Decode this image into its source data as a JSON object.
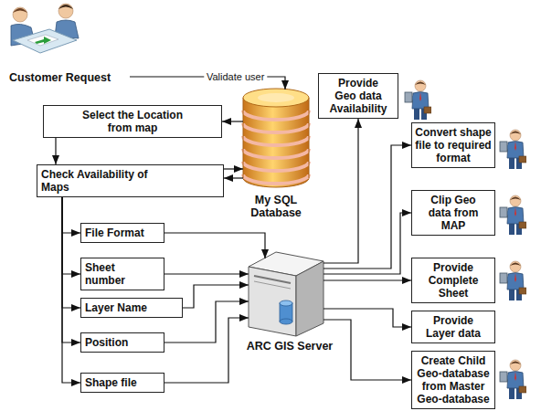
{
  "diagram": {
    "nodes": [
      {
        "text": [
          "Customer Request"
        ]
      },
      {
        "text": [
          "Select the Location from map"
        ]
      },
      {
        "text": [
          "My SQL Database"
        ]
      },
      {
        "text": [
          "Check Availability of Maps"
        ]
      },
      {
        "text": [
          "File Format"
        ]
      },
      {
        "text": [
          "Sheet number"
        ]
      },
      {
        "text": [
          "Layer Name"
        ]
      },
      {
        "text": [
          "Position"
        ]
      },
      {
        "text": [
          "Shape file"
        ]
      },
      {
        "text": [
          "ARC GIS Server"
        ]
      },
      {
        "text": [
          "Provide Geo data Availability"
        ]
      },
      {
        "text": [
          "Convert shape file to required format"
        ]
      },
      {
        "text": [
          "Clip Geo data from MAP"
        ]
      },
      {
        "text": [
          "Provide Complete Sheet"
        ]
      },
      {
        "text": [
          "Provide Layer data"
        ]
      },
      {
        "text": [
          "Create Child Geo-database from Master Geo-database"
        ]
      }
    ],
    "edges": [
      {
        "from": 0,
        "to": 2,
        "label": "Validate user",
        "arrow": "to"
      },
      {
        "from": 2,
        "to": 1,
        "arrow": "to"
      },
      {
        "from": 1,
        "to": 3,
        "arrow": "to"
      },
      {
        "from": 3,
        "to": 2,
        "arrow": "to"
      },
      {
        "from": 2,
        "to": 3,
        "arrow": "to"
      },
      {
        "from": 3,
        "to": 4,
        "arrow": "to"
      },
      {
        "from": 3,
        "to": 5,
        "arrow": "to"
      },
      {
        "from": 3,
        "to": 6,
        "arrow": "to"
      },
      {
        "from": 3,
        "to": 7,
        "arrow": "to"
      },
      {
        "from": 3,
        "to": 8,
        "arrow": "to"
      },
      {
        "from": 4,
        "to": 9,
        "arrow": "to"
      },
      {
        "from": 5,
        "to": 9,
        "arrow": "to"
      },
      {
        "from": 6,
        "to": 9,
        "arrow": "to"
      },
      {
        "from": 7,
        "to": 9,
        "arrow": "to"
      },
      {
        "from": 8,
        "to": 9,
        "arrow": "to"
      },
      {
        "from": 9,
        "to": 10,
        "arrow": "to"
      },
      {
        "from": 9,
        "to": 11,
        "arrow": "to"
      },
      {
        "from": 9,
        "to": 12,
        "arrow": "to"
      },
      {
        "from": 9,
        "to": 13,
        "arrow": "to"
      },
      {
        "from": 9,
        "to": 14,
        "arrow": "to"
      },
      {
        "from": 9,
        "to": 15,
        "arrow": "to"
      }
    ]
  }
}
